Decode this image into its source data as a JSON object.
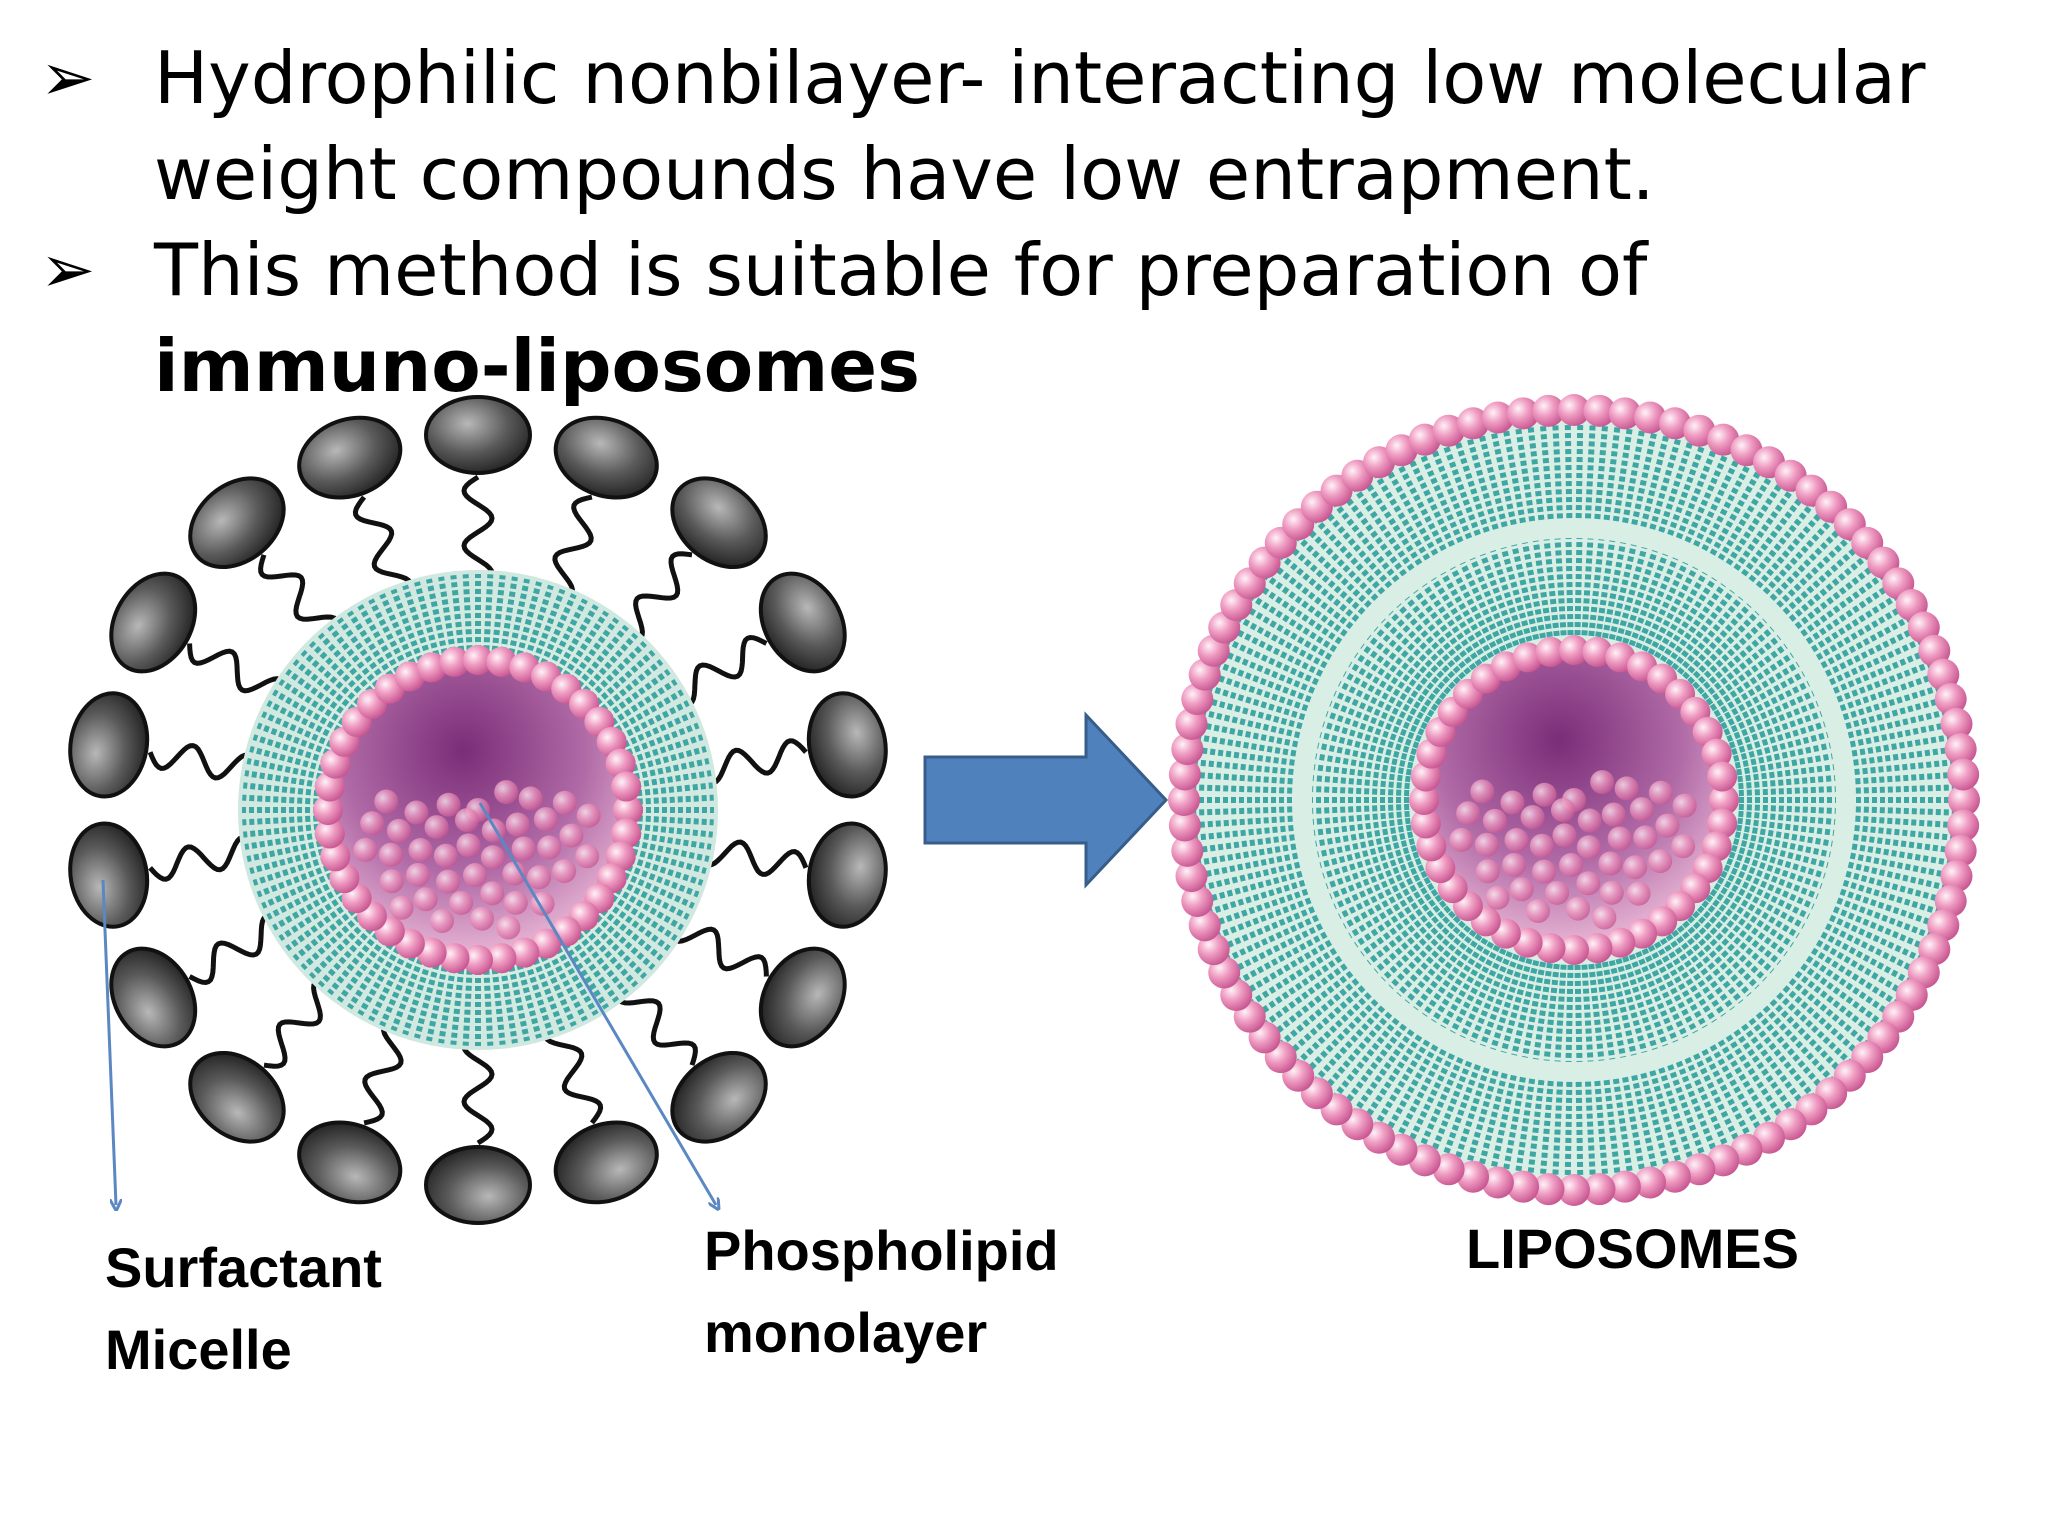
{
  "bullets": [
    {
      "marker": "➢",
      "text": "Hydrophilic nonbilayer- interacting low molecular weight compounds have low entrapment.",
      "bold": ""
    },
    {
      "marker": "➢",
      "text": "This method is suitable for preparation of ",
      "bold": "immuno-liposomes"
    }
  ],
  "labels": {
    "surfactant": [
      "Surfactant",
      "Micelle"
    ],
    "phospholipid": [
      "Phospholipid",
      "monolayer"
    ],
    "liposomes": "LIPOSOMES"
  },
  "colors": {
    "surfactant_head": "#5a5a5a",
    "bilayer_teal": "#3ea6a3",
    "head_pink": "#e48ab1",
    "core_purple": "#8e3c86",
    "arrow_blue": "#4f81bd",
    "pointer_blue": "#5b87c3"
  }
}
